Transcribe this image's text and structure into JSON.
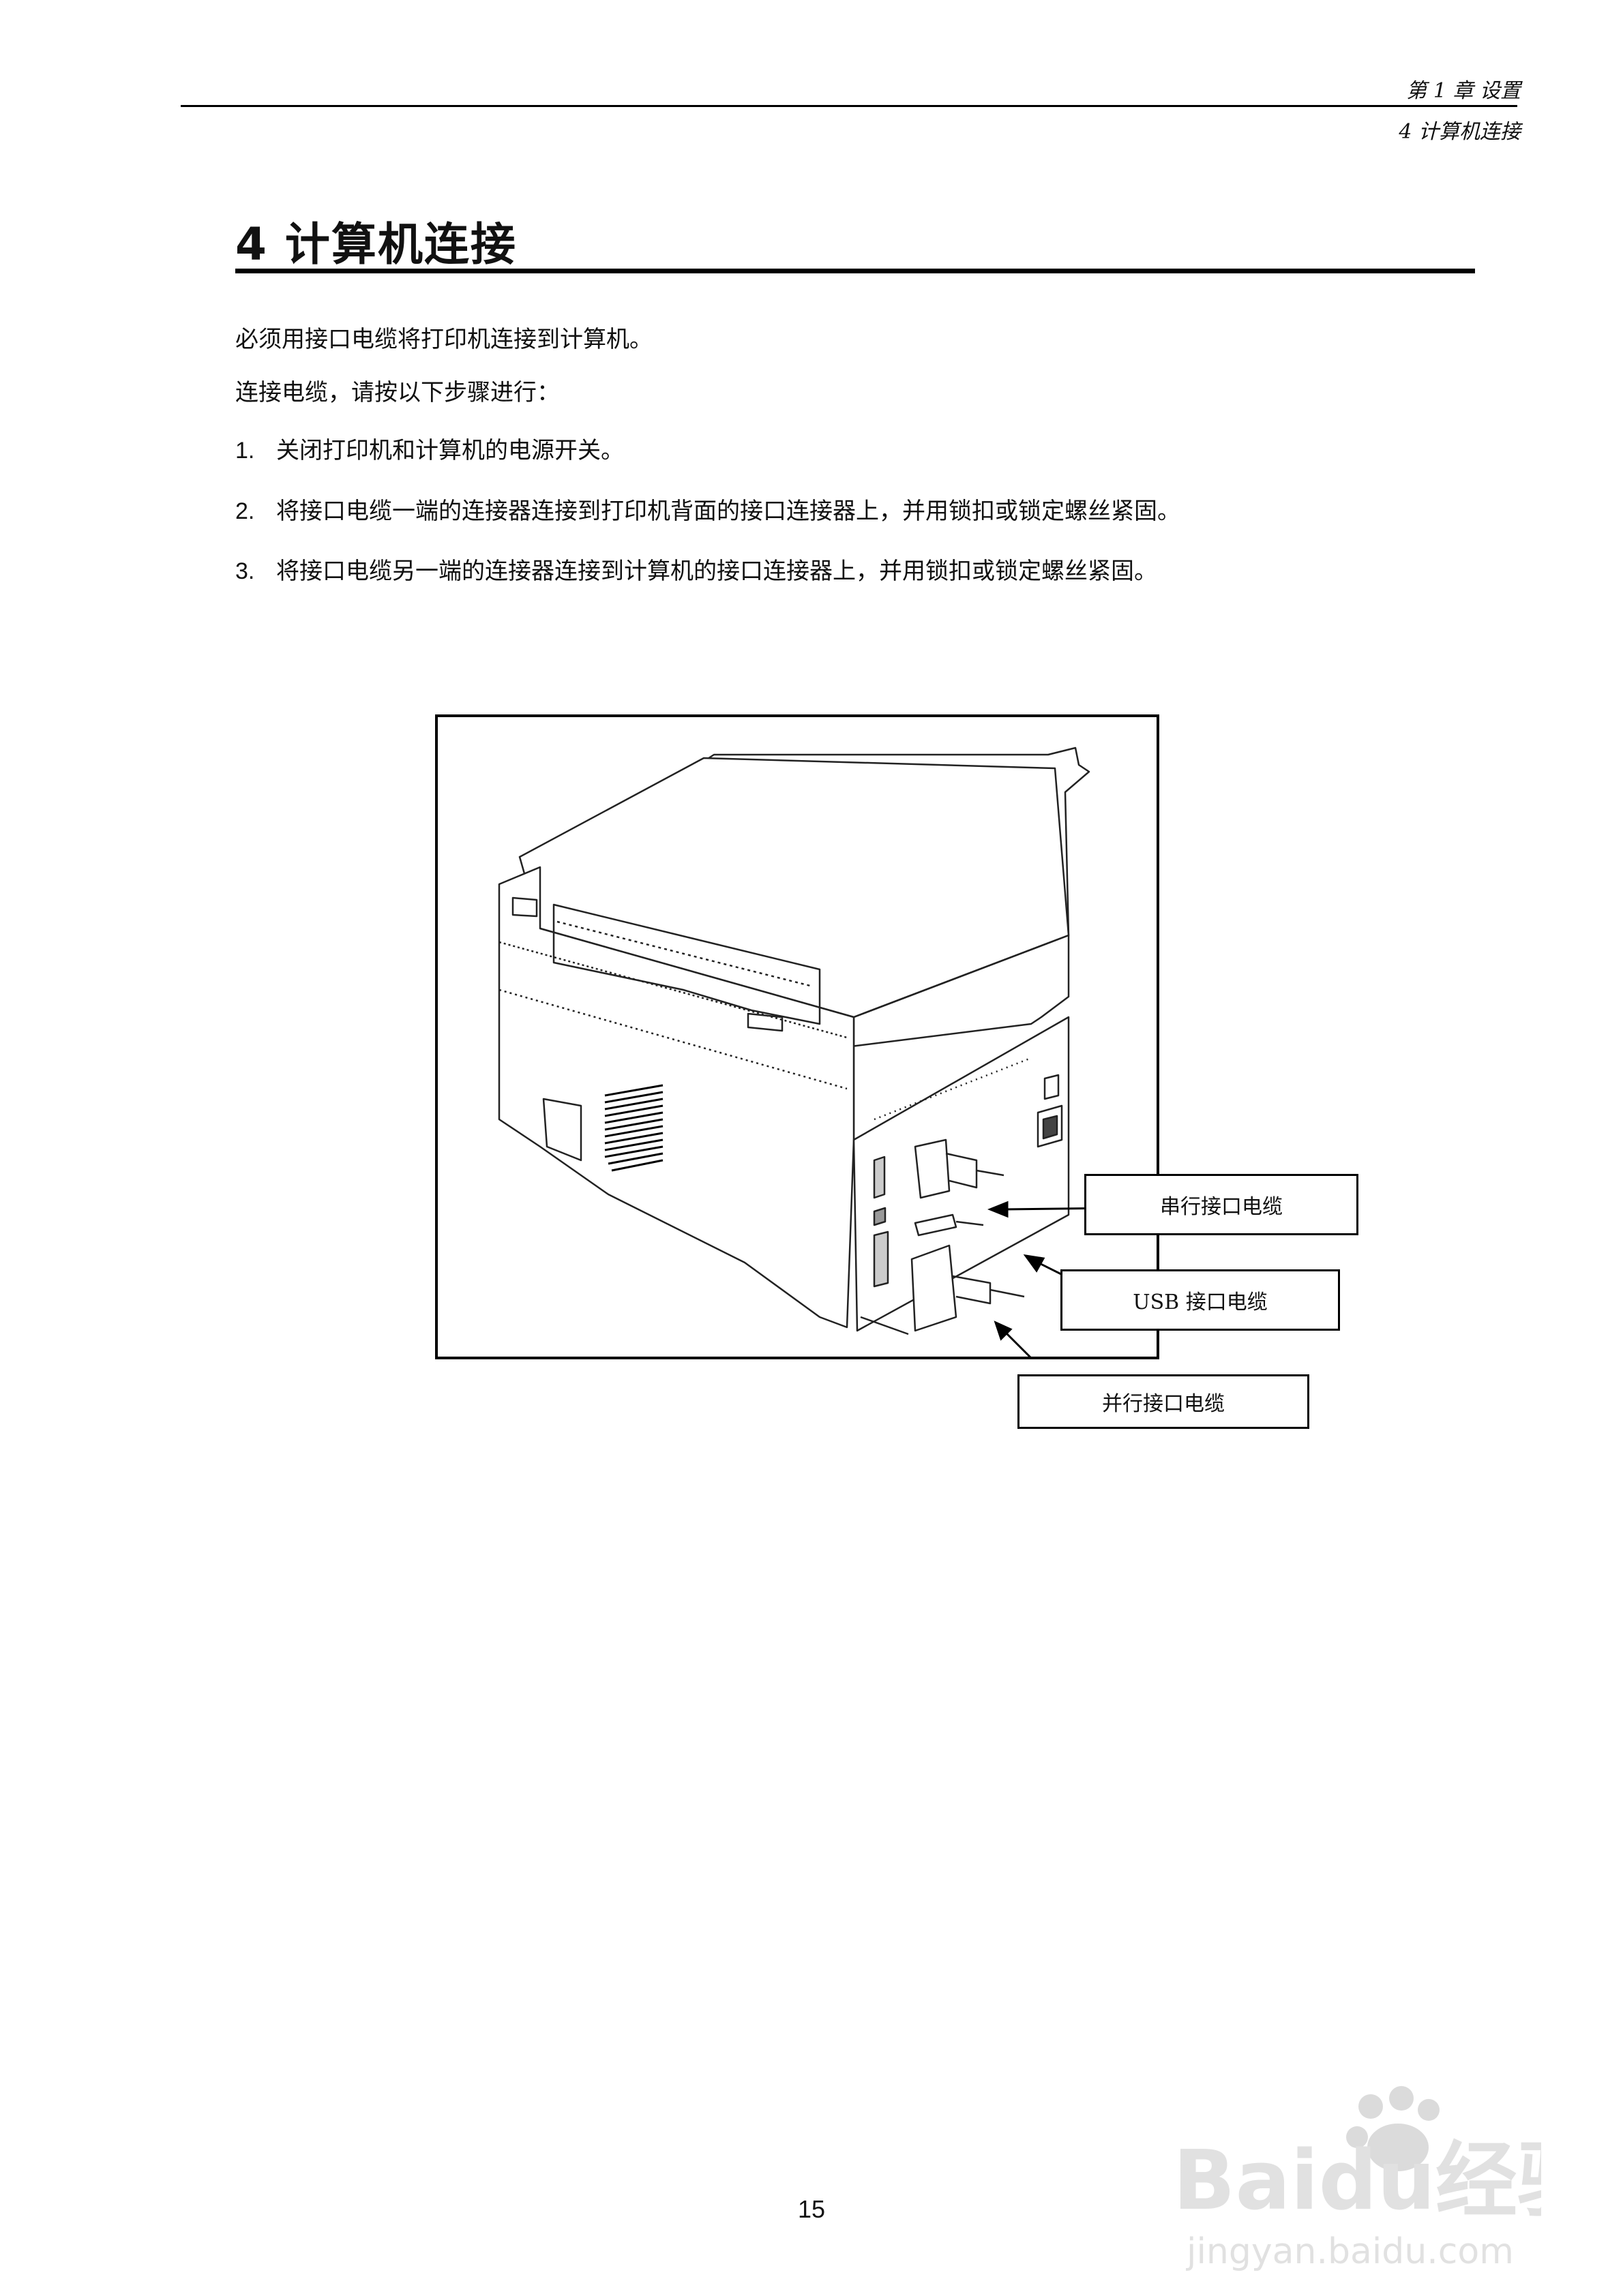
{
  "header": {
    "chapter": "第 1 章 设置",
    "section": "4 计算机连接"
  },
  "title": "4 计算机连接",
  "intro": [
    "必须用接口电缆将打印机连接到计算机。",
    "连接电缆，请按以下步骤进行："
  ],
  "steps": [
    {
      "num": "1.",
      "text": "关闭打印机和计算机的电源开关。"
    },
    {
      "num": "2.",
      "text": "将接口电缆一端的连接器连接到打印机背面的接口连接器上，并用锁扣或锁定螺丝紧固。"
    },
    {
      "num": "3.",
      "text": "将接口电缆另一端的连接器连接到计算机的接口连接器上，并用锁扣或锁定螺丝紧固。"
    }
  ],
  "figure": {
    "callouts": {
      "serial": "串行接口电缆",
      "usb": "USB 接口电缆",
      "parallel": "并行接口电缆"
    }
  },
  "page_number": "15",
  "watermark": {
    "brand": "Baidu经验",
    "url": "jingyan.baidu.com"
  }
}
